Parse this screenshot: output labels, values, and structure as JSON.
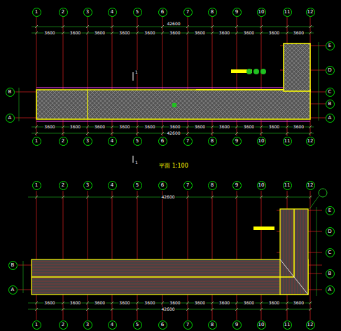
{
  "diagram": {
    "caption": "平面 1:100",
    "nodes": [
      {
        "text": [
          "1"
        ]
      },
      {
        "text": [
          "2"
        ]
      },
      {
        "text": [
          "3"
        ]
      },
      {
        "text": [
          "4"
        ]
      },
      {
        "text": [
          "5"
        ]
      },
      {
        "text": [
          "6"
        ]
      },
      {
        "text": [
          "7"
        ]
      },
      {
        "text": [
          "8"
        ]
      },
      {
        "text": [
          "9"
        ]
      },
      {
        "text": [
          "10"
        ]
      },
      {
        "text": [
          "11"
        ]
      },
      {
        "text": [
          "12"
        ]
      },
      {
        "text": [
          "B"
        ]
      },
      {
        "text": [
          "A"
        ]
      },
      {
        "text": [
          "E"
        ]
      },
      {
        "text": [
          "D"
        ]
      },
      {
        "text": [
          "C"
        ]
      },
      {
        "text": [
          "B"
        ]
      },
      {
        "text": [
          "A"
        ]
      },
      {
        "text": [
          "1"
        ]
      },
      {
        "text": [
          "2"
        ]
      },
      {
        "text": [
          "3"
        ]
      },
      {
        "text": [
          "4"
        ]
      },
      {
        "text": [
          "5"
        ]
      },
      {
        "text": [
          "6"
        ]
      },
      {
        "text": [
          "7"
        ]
      },
      {
        "text": [
          "8"
        ]
      },
      {
        "text": [
          "9"
        ]
      },
      {
        "text": [
          "10"
        ]
      },
      {
        "text": [
          "11"
        ]
      },
      {
        "text": [
          "12"
        ]
      },
      {
        "text": [
          "1"
        ]
      },
      {
        "text": [
          "2"
        ]
      },
      {
        "text": [
          "3"
        ]
      },
      {
        "text": [
          "4"
        ]
      },
      {
        "text": [
          "5"
        ]
      },
      {
        "text": [
          "6"
        ]
      },
      {
        "text": [
          "7"
        ]
      },
      {
        "text": [
          "8"
        ]
      },
      {
        "text": [
          "9"
        ]
      },
      {
        "text": [
          "10"
        ]
      },
      {
        "text": [
          "11"
        ]
      },
      {
        "text": [
          "12"
        ]
      },
      {
        "text": [
          "B"
        ]
      },
      {
        "text": [
          "A"
        ]
      },
      {
        "text": [
          "E"
        ]
      },
      {
        "text": [
          "D"
        ]
      },
      {
        "text": [
          "C"
        ]
      },
      {
        "text": [
          "B"
        ]
      },
      {
        "text": [
          "A"
        ]
      },
      {
        "text": [
          "1"
        ]
      },
      {
        "text": [
          "2"
        ]
      },
      {
        "text": [
          "3"
        ]
      },
      {
        "text": [
          "4"
        ]
      },
      {
        "text": [
          "5"
        ]
      },
      {
        "text": [
          "6"
        ]
      },
      {
        "text": [
          "7"
        ]
      },
      {
        "text": [
          "8"
        ]
      },
      {
        "text": [
          "9"
        ]
      },
      {
        "text": [
          "10"
        ]
      },
      {
        "text": [
          "11"
        ]
      },
      {
        "text": [
          "12"
        ]
      }
    ],
    "labels": [
      "42600",
      "42600",
      "1",
      "1",
      "42600",
      "42600",
      "3600",
      "3600",
      "3600",
      "3600",
      "3600",
      "3600",
      "3600",
      "3600",
      "3600",
      "3600",
      "3600",
      "3600",
      "3600",
      "3600",
      "3600",
      "3600",
      "3600",
      "3600",
      "3600",
      "3600",
      "3600",
      "3600",
      "3600",
      "3600",
      "3600",
      "3600",
      "3600",
      "3600",
      "3600",
      "3600",
      "3600",
      "3600",
      "3600"
    ]
  }
}
